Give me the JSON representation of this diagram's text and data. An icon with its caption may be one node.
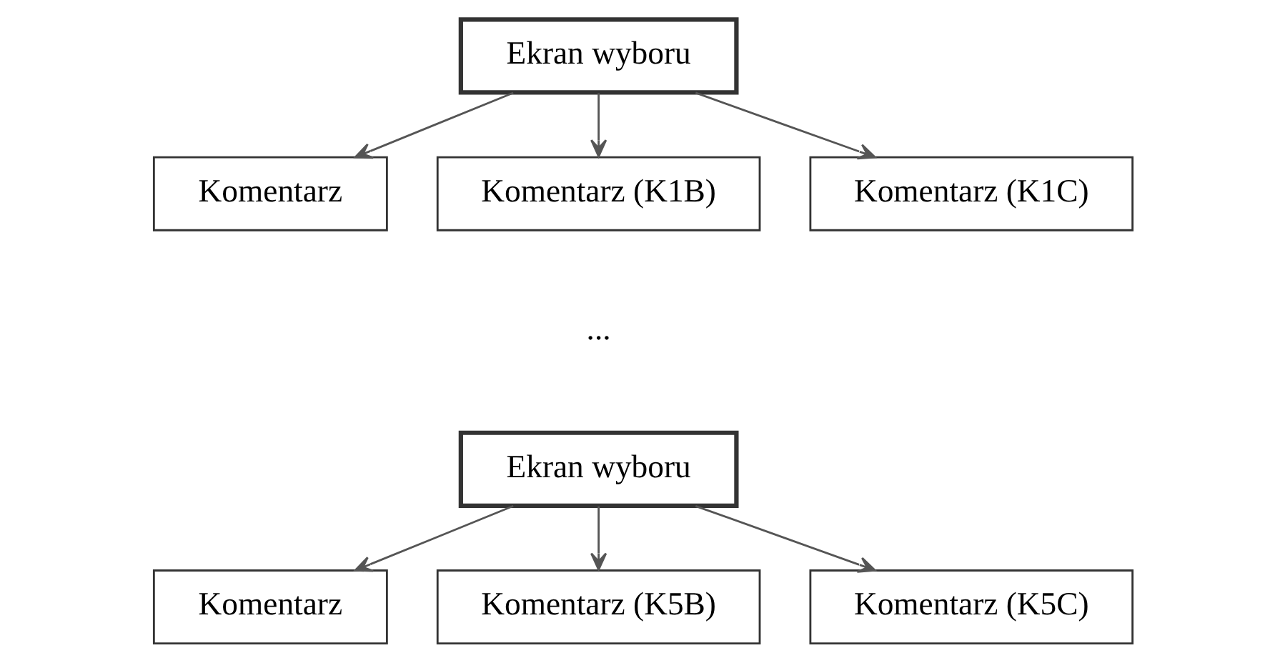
{
  "diagram": {
    "nodes": [
      {
        "text": [
          "Ekran wyboru"
        ]
      },
      {
        "text": [
          "Komentarz"
        ]
      },
      {
        "text": [
          "Komentarz (K1B)"
        ]
      },
      {
        "text": [
          "Komentarz (K1C)"
        ]
      },
      {
        "text": [
          "Ekran wyboru"
        ]
      },
      {
        "text": [
          "Komentarz"
        ]
      },
      {
        "text": [
          "Komentarz (K5B)"
        ]
      },
      {
        "text": [
          "Komentarz (K5C)"
        ]
      }
    ],
    "edges": [
      {
        "from": 0,
        "to": 1,
        "arrow": "to"
      },
      {
        "from": 0,
        "to": 2,
        "arrow": "to"
      },
      {
        "from": 0,
        "to": 3,
        "arrow": "to"
      },
      {
        "from": 4,
        "to": 5,
        "arrow": "to"
      },
      {
        "from": 4,
        "to": 6,
        "arrow": "to"
      },
      {
        "from": 4,
        "to": 7,
        "arrow": "to"
      }
    ],
    "labels": [
      "..."
    ]
  }
}
